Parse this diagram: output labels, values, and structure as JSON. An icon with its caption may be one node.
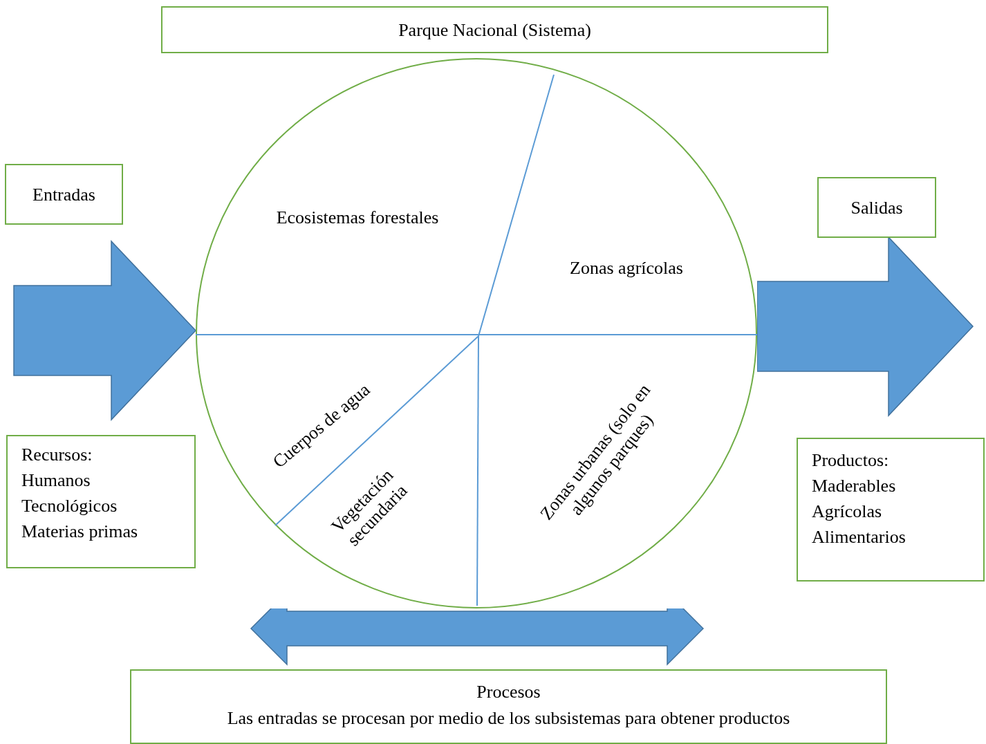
{
  "diagram": {
    "nodes": [
      {
        "text": [
          "Parque Nacional (Sistema)"
        ]
      },
      {
        "text": [
          "Entradas"
        ]
      },
      {
        "text": [
          "Recursos:",
          "Humanos",
          "Tecnológicos",
          "Materias primas"
        ]
      },
      {
        "text": [
          "Ecosistemas forestales",
          "Zonas agrícolas",
          "Cuerpos de agua",
          "Vegetación secundaria",
          "Zonas urbanas (solo en algunos parques)"
        ]
      },
      {
        "text": [
          "Salidas"
        ]
      },
      {
        "text": [
          "Productos:",
          "Maderables",
          "Agrícolas",
          "Alimentarios"
        ]
      },
      {
        "text": [
          "Procesos",
          "Las entradas se procesan por medio de los subsistemas para obtener productos"
        ]
      }
    ],
    "edges": [
      {
        "from": null,
        "to": 3,
        "arrow": "to"
      },
      {
        "from": 3,
        "to": null,
        "arrow": "to"
      }
    ]
  }
}
